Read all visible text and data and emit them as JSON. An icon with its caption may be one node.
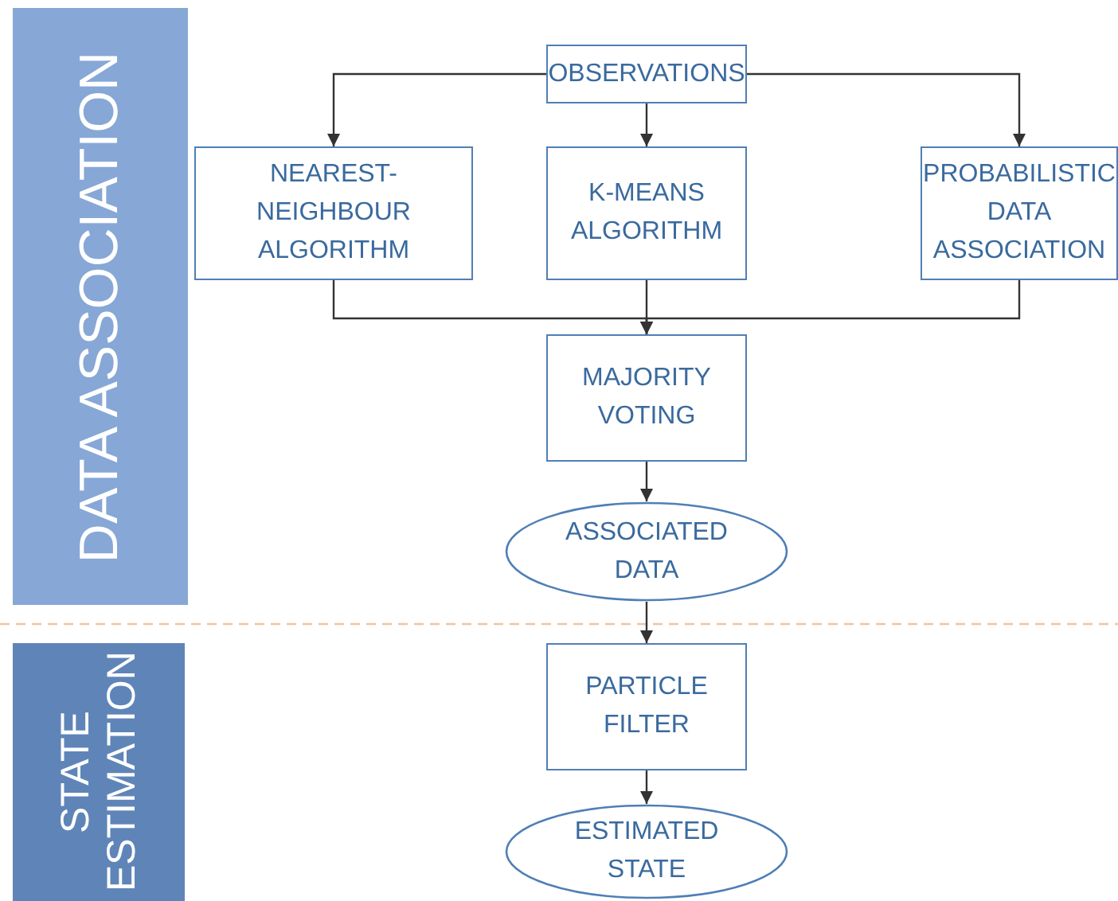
{
  "diagram": {
    "nodes": [
      {
        "text": [
          "DATA ASSOCIATION"
        ]
      },
      {
        "text": [
          "OBSERVATIONS"
        ]
      },
      {
        "text": [
          "NEAREST-NEIGHBOUR ALGORITHM"
        ]
      },
      {
        "text": [
          "K-MEANS ALGORITHM"
        ]
      },
      {
        "text": [
          "PROBABILISTIC DATA ASSOCIATION"
        ]
      },
      {
        "text": [
          "MAJORITY VOTING"
        ]
      },
      {
        "text": [
          "ASSOCIATED DATA"
        ]
      },
      {
        "text": [
          "STATE ESTIMATION"
        ]
      },
      {
        "text": [
          "PARTICLE FILTER"
        ]
      },
      {
        "text": [
          "ESTIMATED STATE"
        ]
      }
    ],
    "edges": [
      {
        "from": 1,
        "to": 2,
        "arrow": "to"
      },
      {
        "from": 1,
        "to": 3,
        "arrow": "to"
      },
      {
        "from": 1,
        "to": 4,
        "arrow": "to"
      },
      {
        "from": 2,
        "to": 5,
        "arrow": "to"
      },
      {
        "from": 3,
        "to": 5,
        "arrow": "to"
      },
      {
        "from": 4,
        "to": 5,
        "arrow": "to"
      },
      {
        "from": 5,
        "to": 6,
        "arrow": "to"
      },
      {
        "from": 6,
        "to": 8,
        "arrow": "to"
      },
      {
        "from": 8,
        "to": 9,
        "arrow": "to"
      }
    ]
  }
}
